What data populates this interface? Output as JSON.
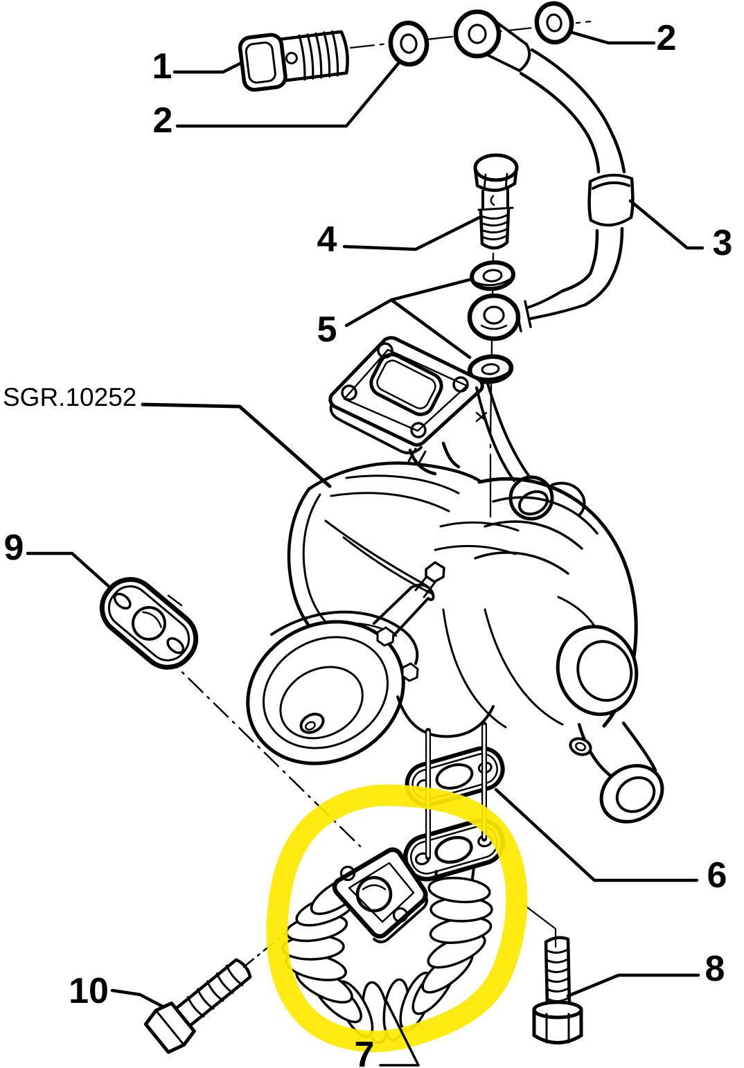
{
  "diagram": {
    "code_label": "SGR.10252",
    "highlight_color": "#ffe800",
    "highlighted_callout": "7",
    "callouts": [
      {
        "id": "callout-1",
        "label": "1"
      },
      {
        "id": "callout-2a",
        "label": "2"
      },
      {
        "id": "callout-2b",
        "label": "2"
      },
      {
        "id": "callout-3",
        "label": "3"
      },
      {
        "id": "callout-4",
        "label": "4"
      },
      {
        "id": "callout-5",
        "label": "5"
      },
      {
        "id": "callout-6",
        "label": "6"
      },
      {
        "id": "callout-7",
        "label": "7"
      },
      {
        "id": "callout-8",
        "label": "8"
      },
      {
        "id": "callout-9",
        "label": "9"
      },
      {
        "id": "callout-10",
        "label": "10"
      }
    ]
  }
}
